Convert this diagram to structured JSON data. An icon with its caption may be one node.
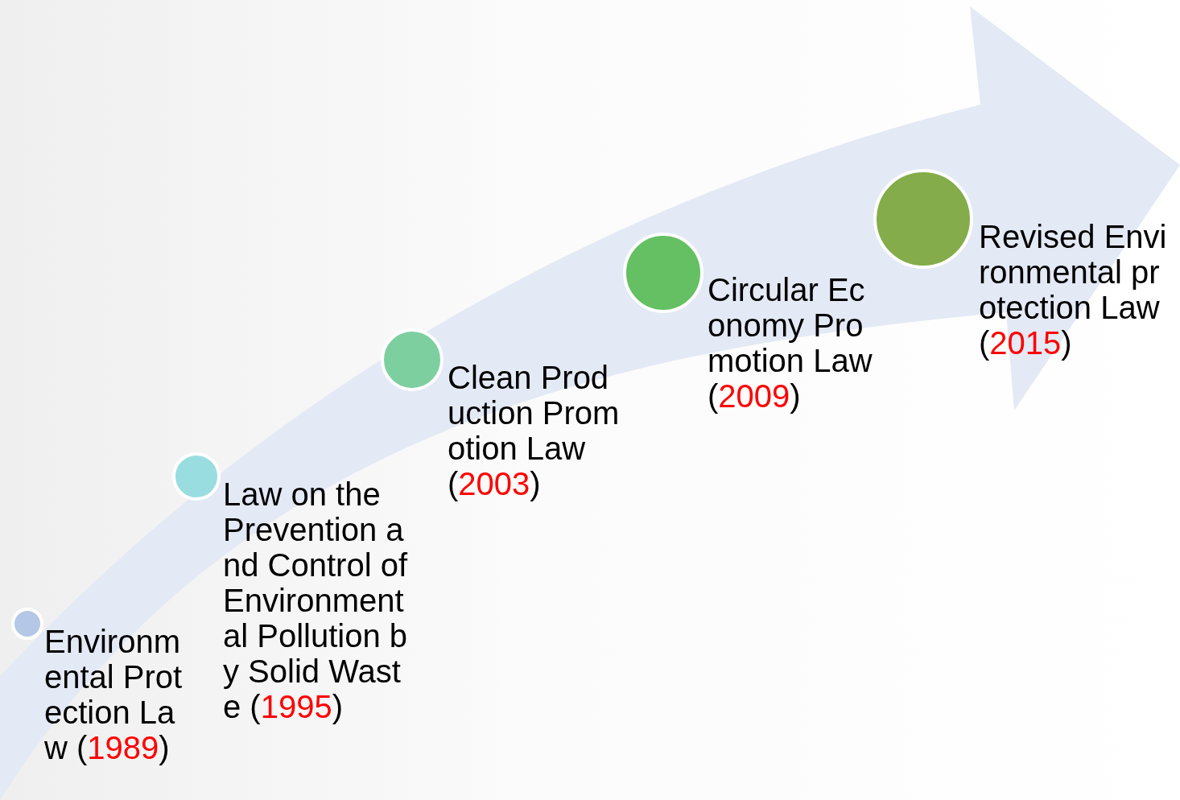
{
  "diagram": {
    "nodes": [
      {
        "text": [
          "Environmental Protection Law (1989)"
        ]
      },
      {
        "text": [
          "Law on the Prevention and Control of Environmental Pollution by Solid Waste (1995)"
        ]
      },
      {
        "text": [
          "Clean Production Promotion Law (2003)"
        ]
      },
      {
        "text": [
          "Circular Economy Promotion Law (2009)"
        ]
      },
      {
        "text": [
          "Revised Environmental protection Law (2015)"
        ]
      }
    ],
    "edges": []
  }
}
